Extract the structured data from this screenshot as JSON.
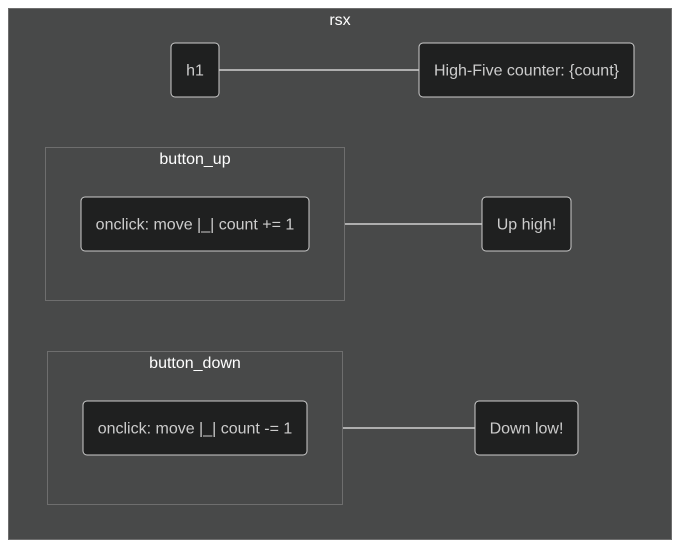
{
  "diagram": {
    "outer_cluster": {
      "label": "rsx"
    },
    "clusters": {
      "button_up": {
        "label": "button_up"
      },
      "button_down": {
        "label": "button_down"
      }
    },
    "nodes": {
      "h1": {
        "label": "h1"
      },
      "h1_text": {
        "label": "High-Five counter: {count}"
      },
      "up_onclick": {
        "label": "onclick: move |_| count += 1"
      },
      "up_text": {
        "label": "Up high!"
      },
      "down_onclick": {
        "label": "onclick: move |_| count -= 1"
      },
      "down_text": {
        "label": "Down low!"
      }
    },
    "edges": [
      {
        "from": "h1",
        "to": "h1_text"
      },
      {
        "from": "button_up",
        "to": "up_text"
      },
      {
        "from": "button_down",
        "to": "down_text"
      }
    ]
  }
}
